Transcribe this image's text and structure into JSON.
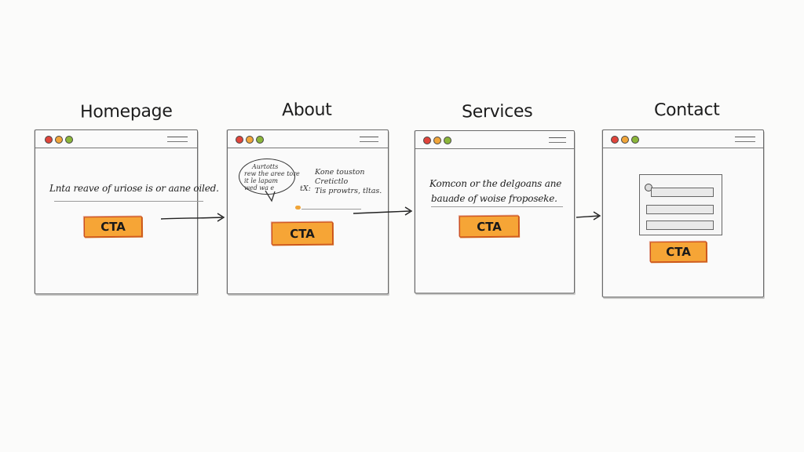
{
  "pages": [
    {
      "title": "Homepage",
      "text_lines": [
        "Lnta reave of uriose is or aane oiled."
      ],
      "cta_label": "CTA"
    },
    {
      "title": "About",
      "bubble_lines": [
        "Aurtotts",
        "rew the aree tore",
        "it le lapam",
        "wed wa e"
      ],
      "side_lines": [
        "Kone touston",
        "Cretictlo",
        "Tis prowtrs, tltas."
      ],
      "side_prefix": "tX:",
      "cta_label": "CTA"
    },
    {
      "title": "Services",
      "text_lines": [
        "Komcon or the delgoans ane",
        "bauade of woise froposeke."
      ],
      "cta_label": "CTA"
    },
    {
      "title": "Contact",
      "cta_label": "CTA"
    }
  ],
  "colors": {
    "cta_fill": "#f6a536",
    "cta_border": "#c94a1f",
    "dot_red": "#e0443b",
    "dot_yellow": "#f0a53a",
    "dot_green": "#8bb63a"
  },
  "icons": [
    "arrow-right-icon",
    "window-dots-icon"
  ]
}
